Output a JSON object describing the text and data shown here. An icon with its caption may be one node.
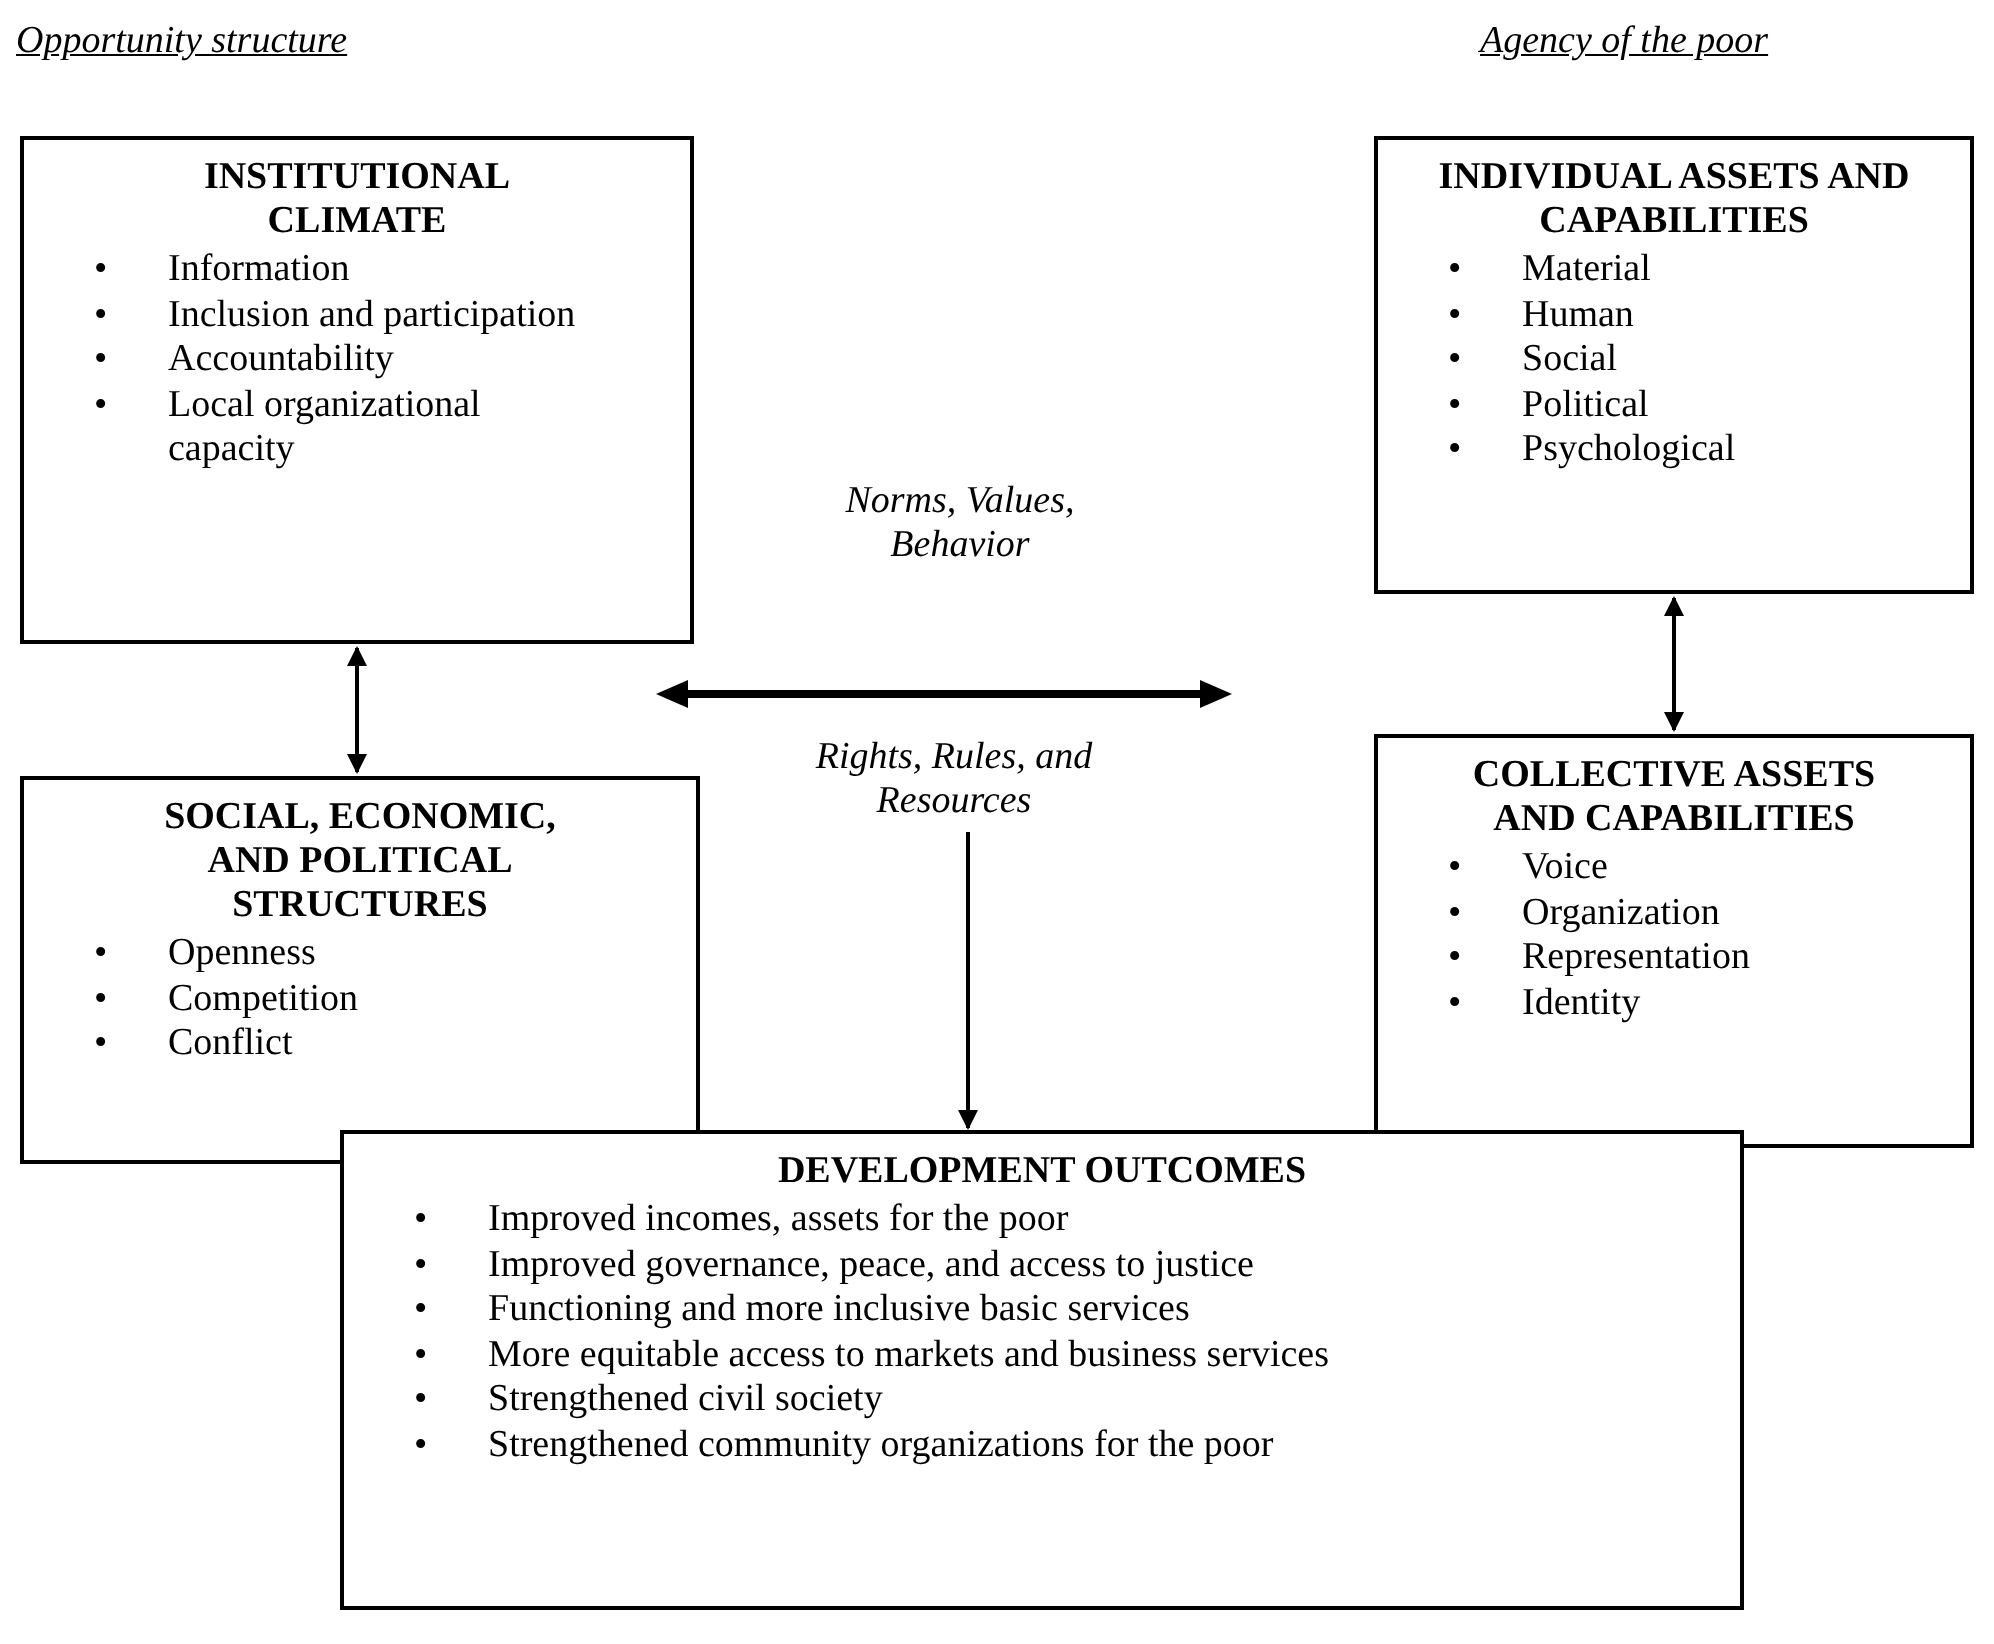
{
  "diagram": {
    "nodes": [
      {
        "text": [
          "INSTITUTIONAL CLIMATE",
          "•\tInformation",
          "•\tInclusion and participation",
          "•\tAccountability",
          "•\tLocal organizational capacity"
        ]
      },
      {
        "text": [
          "INDIVIDUAL ASSETS AND CAPABILITIES",
          "•\tMaterial",
          "•\tHuman",
          "•\tSocial",
          "•\tPolitical",
          "•\tPsychological"
        ]
      },
      {
        "text": [
          "COLLECTIVE ASSETS AND CAPABILITIES",
          "•\tVoice",
          "•\tOrganization",
          "•\tRepresentation",
          "•\tIdentity"
        ]
      },
      {
        "text": [
          "SOCIAL, ECONOMIC, AND POLITICAL STRUCTURES",
          "•\tOpenness",
          "•\tCompetition",
          "•\tConflict"
        ]
      },
      {
        "text": [
          "DEVELOPMENT OUTCOMES",
          "•\tImproved incomes, assets for the poor",
          "•\tImproved governance, peace, and access to justice",
          "•\tFunctioning and more inclusive basic services",
          "•\tMore equitable access to markets and business services",
          "•\tStrengthened civil society",
          "•\tStrengthened community organizations for the poor"
        ]
      },
      {
        "text": [
          "Rights, Rules, and Resources"
        ]
      }
    ],
    "edges": [
      {
        "from": 0,
        "to": 3,
        "arrow": "both"
      },
      {
        "from": 1,
        "to": 2,
        "arrow": "both"
      },
      {
        "from": 5,
        "to": 4,
        "arrow": "to"
      }
    ],
    "labels": [
      "Opportunity structure",
      "Agency of the poor",
      "Norms, Values, Behavior"
    ]
  }
}
